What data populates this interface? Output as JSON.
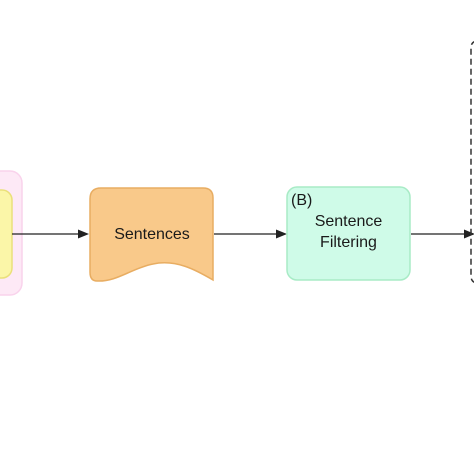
{
  "diagram": {
    "nodes": [
      {
        "id": "prev_stage",
        "label": "",
        "fill": "#fbf6a8",
        "halo": "#fde9f6"
      },
      {
        "id": "sentences",
        "label": "Sentences",
        "shape": "document",
        "fill": "#f9c98a",
        "stroke": "#e8ad62"
      },
      {
        "id": "sentence_filtering",
        "tag": "(B)",
        "label": "Sentence Filtering",
        "shape": "rounded-rect",
        "fill": "#cffbe8",
        "stroke": "#a8ebc6"
      },
      {
        "id": "next_stage",
        "label": "",
        "shape": "dashed-container",
        "stroke": "#333333"
      }
    ],
    "edges": [
      {
        "from": "prev_stage",
        "to": "sentences"
      },
      {
        "from": "sentences",
        "to": "sentence_filtering"
      },
      {
        "from": "sentence_filtering",
        "to": "next_stage"
      }
    ],
    "edge_color": "#222222"
  }
}
